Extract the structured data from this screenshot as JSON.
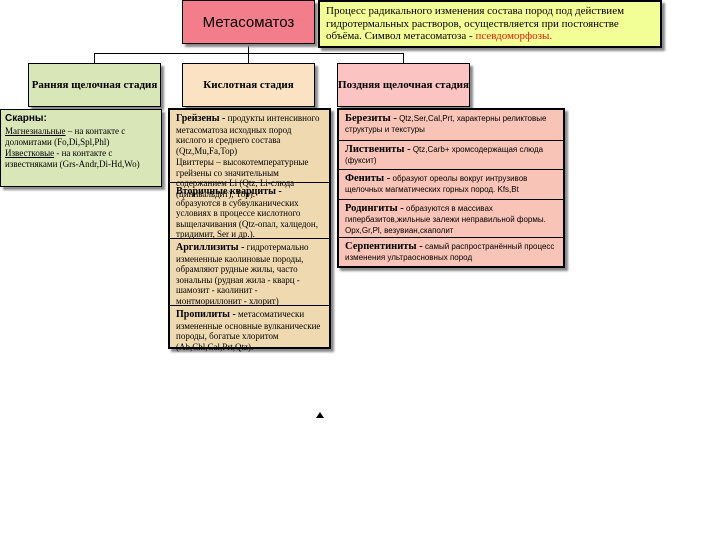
{
  "root": {
    "title": "Метасоматоз"
  },
  "note": {
    "text": "Процесс радикального изменения состава пород под действием гидротермальных растворов, осуществляется при постоянстве объёма. Символ метасоматоза - ",
    "symbol": "псевдоморфозы."
  },
  "stages": {
    "early": "Ранняя щелочная стадия",
    "acid": "Кислотная стадия",
    "late": "Поздняя щелочная стадия"
  },
  "early_panel": {
    "title": "Скарны:",
    "magn_term": "Магнезиальные",
    "magn_text": " – на контакте с доломитами (Fo,Di,Spl,Phl)",
    "lime_term": "Известковые",
    "lime_text": " - на контакте с известняками (Grs-Andr,Di-Hd,Wo)"
  },
  "acid_panel": [
    {
      "term": "Грейзены -",
      "text": " продукты интенсивного метасоматоза исходных пород кислого и среднего состава (Qtz,Mu,Fa,Top)",
      "text2": "Цвиттеры – высокотемпературные грейзены со значительным содержанием Li (Qtz, Li-слюда (циннвальдит), Top)."
    },
    {
      "term": "Вторичные кварциты -",
      "text": " образуются в субвулканических условиях в процессе кислотного выщелачивания (Qtz-опал, халцедон, тридимит, Ser и др.)."
    },
    {
      "term": "Аргиллизиты -",
      "text": " гидротермально измененные каолиновые породы, обрамляют рудные жилы, часто зональны (рудная жила - кварц - шамозит - каолинит - монтмориллонит - хлорит)"
    },
    {
      "term": "Пропилиты -",
      "text": " метасоматически измененные основные вулканические породы, богатые хлоритом (Ab,Chl,Cal,Prt,Qtz)."
    }
  ],
  "late_panel": [
    {
      "term": "Березиты -",
      "text": " Qtz,Ser,Cal,Prt, характерны реликтовые структуры и текстуры"
    },
    {
      "term": "Листвениты -",
      "text": " Qtz,Carb+ хромсодержащая слюда (фуксит)"
    },
    {
      "term": "Фениты -",
      "text": " образуют ореолы вокруг интрузивов щелочных магматических горных пород. Kfs,Bt"
    },
    {
      "term": "Родингиты -",
      "text": " образуются в массивах гипербазитов,жильные залежи неправильной формы. Opx,Gr,Pl, везувиан,скаполит"
    },
    {
      "term": "Серпентиниты -",
      "text": " самый распространённый процесс изменения ультраосновных пород"
    }
  ],
  "colors": {
    "root": "#f47d8c",
    "note": "#f2fe96",
    "early": "#d9e6b7",
    "acid": "#efd9b1",
    "late": "#f8c4b7",
    "accent_red": "#e8190c"
  }
}
